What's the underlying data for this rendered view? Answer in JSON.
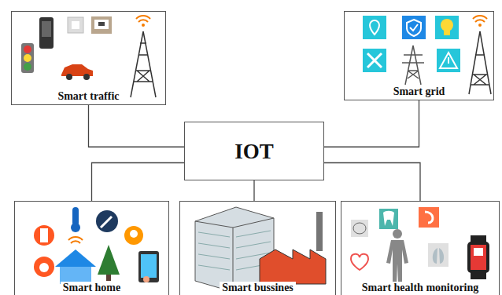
{
  "diagram": {
    "nodes": [
      {
        "text": [
          "Smart traffic"
        ]
      },
      {
        "text": [
          "Smart grid"
        ]
      },
      {
        "text": [
          "IOT"
        ]
      },
      {
        "text": [
          "Smart home"
        ]
      },
      {
        "text": [
          "Smart bussines"
        ]
      },
      {
        "text": [
          "Smart health monitoring"
        ]
      }
    ],
    "edges": [
      {
        "from": 2,
        "to": 0,
        "arrow": "none"
      },
      {
        "from": 2,
        "to": 1,
        "arrow": "none"
      },
      {
        "from": 2,
        "to": 3,
        "arrow": "none"
      },
      {
        "from": 2,
        "to": 4,
        "arrow": "none"
      },
      {
        "from": 2,
        "to": 5,
        "arrow": "none"
      }
    ]
  }
}
